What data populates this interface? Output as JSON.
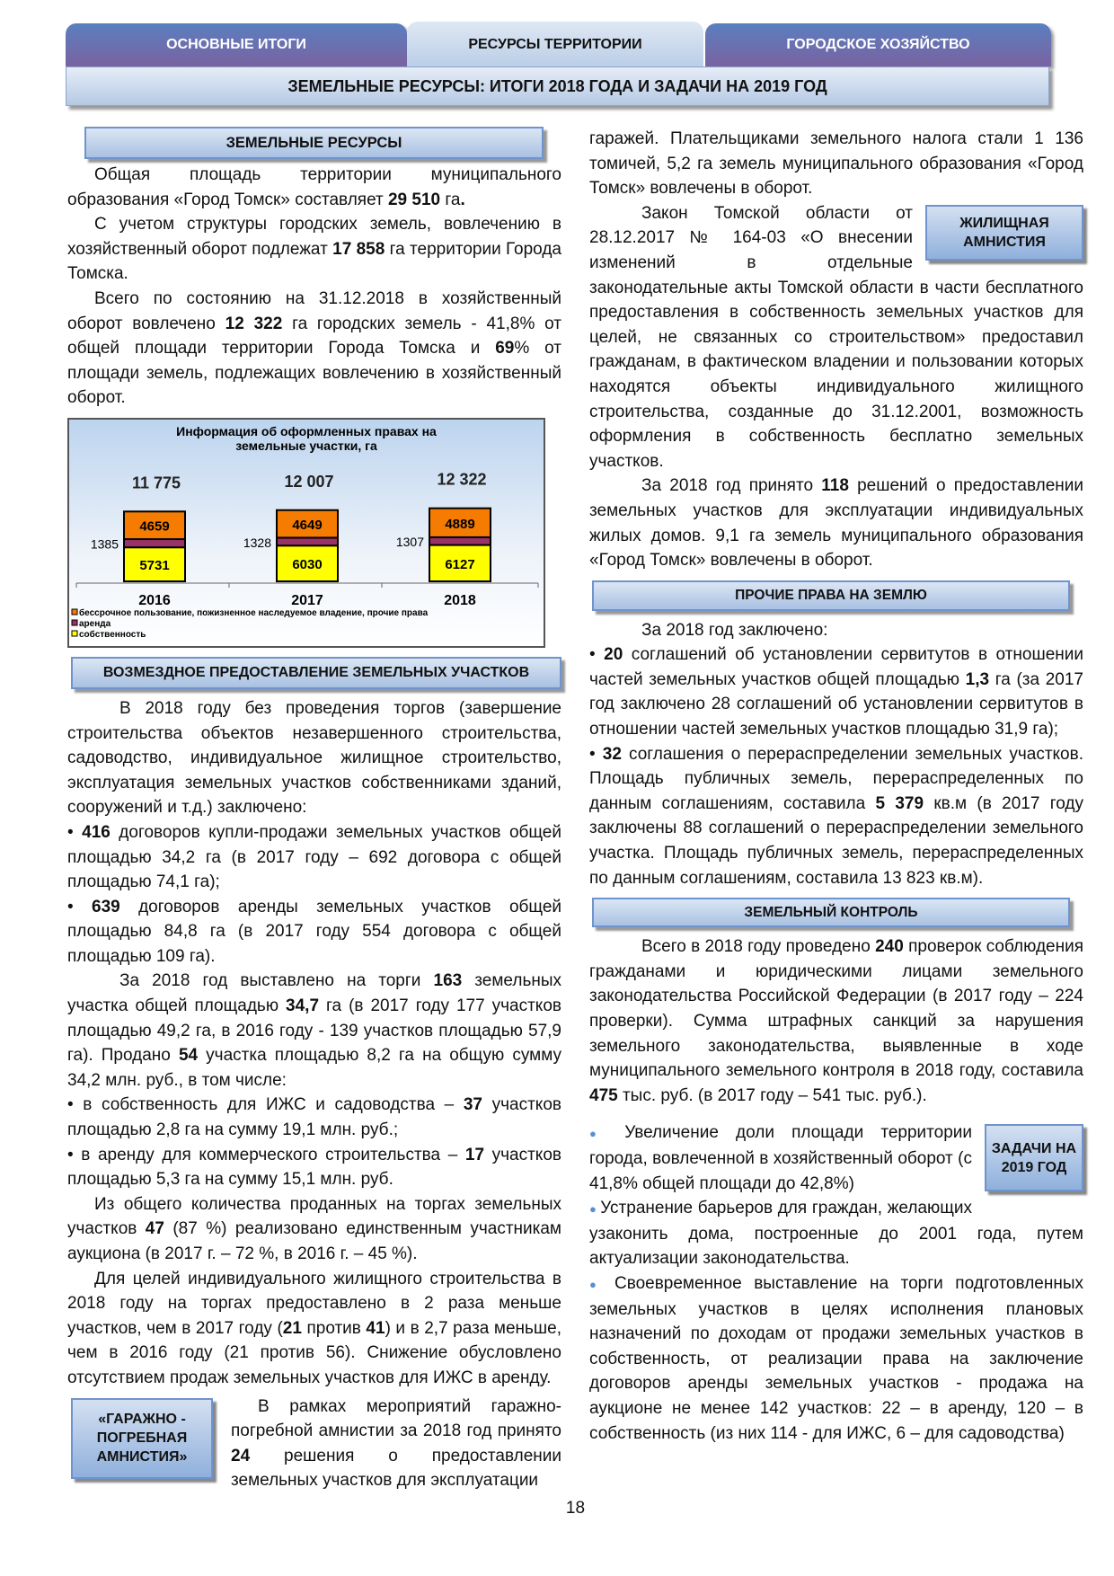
{
  "tabs": [
    {
      "label": "ОСНОВНЫЕ ИТОГИ"
    },
    {
      "label": "РЕСУРСЫ ТЕРРИТОРИИ"
    },
    {
      "label": "ГОРОДСКОЕ ХОЗЯЙСТВО"
    }
  ],
  "page_title": "ЗЕМЕЛЬНЫЕ РЕСУРСЫ: ИТОГИ 2018 ГОДА И ЗАДАЧИ НА 2019 ГОД",
  "headers": {
    "land": "ЗЕМЕЛЬНЫЕ РЕСУРСЫ",
    "paid": "ВОЗМЕЗДНОЕ ПРЕДОСТАВЛЕНИЕ ЗЕМЕЛЬНЫХ УЧАСТКОВ",
    "other": "ПРОЧИЕ ПРАВА НА ЗЕМЛЮ",
    "control": "ЗЕМЕЛЬНЫЙ КОНТРОЛЬ"
  },
  "boxes": {
    "housing": "ЖИЛИЩНАЯ АМНИСТИЯ",
    "garage": "«ГАРАЖНО - ПОГРЕБНАЯ АМНИСТИЯ»",
    "tasks": "ЗАДАЧИ НА 2019 ГОД"
  },
  "blocks": {
    "left1": [
      {
        "cls": "",
        "runs": [
          [
            "Общая площадь территории муниципального образования «Город Томск» составляет "
          ],
          [
            "29 510",
            1
          ],
          [
            " га"
          ],
          [
            ".",
            1
          ]
        ]
      },
      {
        "cls": "",
        "runs": [
          [
            "С учетом структуры городских земель, вовлечению в хозяйственный оборот подлежат "
          ],
          [
            "17 858",
            1
          ],
          [
            " га территории Города Томска."
          ]
        ]
      },
      {
        "cls": "",
        "runs": [
          [
            "Всего по состоянию на 31.12.2018 в хозяйственный оборот вовлечено "
          ],
          [
            "12 322",
            1
          ],
          [
            " га городских земель - 41,8% от общей площади территории Города Томска и "
          ],
          [
            "69",
            1
          ],
          [
            "% от площади земель, подлежащих вовлечению в хозяйственный оборот."
          ]
        ]
      }
    ],
    "left2": [
      {
        "cls": "ind2",
        "runs": [
          [
            "В 2018 году без проведения торгов (завершение строительства объектов незавершенного строительства, садоводство, индивидуальное жилищное строительство, эксплуатация земельных участков собственниками зданий, сооружений и т.д.) заключено:"
          ]
        ]
      },
      {
        "cls": "bul",
        "runs": [
          [
            "• "
          ],
          [
            "416",
            1
          ],
          [
            " договоров купли-продажи земельных участков общей площадью 34,2 га (в 2017 году – 692 договора с общей площадью 74,1 га);"
          ]
        ]
      },
      {
        "cls": "bul",
        "runs": [
          [
            "• "
          ],
          [
            "639",
            1
          ],
          [
            " договоров аренды земельных участков общей площадью 84,8 га (в 2017 году 554 договора с общей площадью 109 га)."
          ]
        ]
      },
      {
        "cls": "ind2",
        "runs": [
          [
            "За 2018 год выставлено на торги "
          ],
          [
            "163",
            1
          ],
          [
            " земельных участка общей площадью "
          ],
          [
            "34,7",
            1
          ],
          [
            " га (в 2017 году 177 участков площадью 49,2 га, в 2016 году - 139 участков площадью 57,9 га). Продано "
          ],
          [
            "54",
            1
          ],
          [
            " участка площадью 8,2 га на общую сумму 34,2 млн. руб., в том числе:"
          ]
        ]
      },
      {
        "cls": "bul",
        "runs": [
          [
            "•   в собственность для ИЖС и садоводства – "
          ],
          [
            "37",
            1
          ],
          [
            " участков площадью 2,8 га на сумму 19,1 млн. руб.;"
          ]
        ]
      },
      {
        "cls": "bul",
        "runs": [
          [
            "•   в аренду для коммерческого строительства – "
          ],
          [
            "17",
            1
          ],
          [
            " участков площадью 5,3 га на сумму 15,1 млн. руб."
          ]
        ]
      },
      {
        "cls": "",
        "runs": [
          [
            "Из общего количества проданных на торгах земельных участков "
          ],
          [
            "47",
            1
          ],
          [
            " (87 %) реализовано единственным участникам аукциона (в 2017 г. – 72 %, в 2016 г. – 45 %)."
          ]
        ]
      },
      {
        "cls": "",
        "runs": [
          [
            "Для целей индивидуального жилищного строительства в 2018 году на торгах предоставлено в 2 раза меньше участков, чем в 2017 году ("
          ],
          [
            "21",
            1
          ],
          [
            " против "
          ],
          [
            "41",
            1
          ],
          [
            ") и в 2,7 раза меньше, чем в 2016 году (21 против 56). Снижение обусловлено отсутствием продаж земельных участков для ИЖС в аренду."
          ]
        ]
      }
    ],
    "garage": [
      {
        "cls": "",
        "runs": [
          [
            "В рамках мероприятий гаражно-погребной амнистии за 2018 год принято "
          ],
          [
            "24",
            1
          ],
          [
            " решения о предоставлении земельных участков для эксплуатации"
          ]
        ]
      }
    ],
    "right1": [
      {
        "cls": "ni",
        "runs": [
          [
            "гаражей. Плательщиками земельного налога стали 1 136 томичей, 5,2 га земель муниципального образования «Город Томск» вовлечены в оборот."
          ]
        ]
      },
      {
        "cls": "ind2",
        "runs": [
          [
            "Закон Томской области от 28.12.2017 № 164-03 «О внесении изменений в отдельные законодательные акты Томской области в части бесплатного предоставления в собственность земельных участков для целей, не связанных со строительством» предоставил гражданам, в фактическом владении и пользовании которых находятся объекты индивидуального жилищного строительства, созданные до 31.12.2001, возможность оформления в собственность бесплатно земельных участков."
          ]
        ]
      },
      {
        "cls": "ind2",
        "runs": [
          [
            "За 2018 год принято "
          ],
          [
            "118",
            1
          ],
          [
            " решений о предоставлении земельных участков для эксплуатации индивидуальных жилых домов. 9,1 га земель муниципального образования «Город Томск» вовлечены в оборот."
          ]
        ]
      }
    ],
    "right2": [
      {
        "cls": "ind2",
        "runs": [
          [
            "За 2018 год заключено:"
          ]
        ]
      },
      {
        "cls": "bul",
        "runs": [
          [
            "• "
          ],
          [
            "20",
            1
          ],
          [
            " соглашений об установлении сервитутов в отношении частей земельных участков общей площадью "
          ],
          [
            "1,3",
            1
          ],
          [
            " га (за 2017 год заключено 28 соглашений об установлении сервитутов в отношении частей земельных участков площадью 31,9 га);"
          ]
        ]
      },
      {
        "cls": "bul",
        "runs": [
          [
            "• "
          ],
          [
            "32",
            1
          ],
          [
            " соглашения о перераспределении земельных участков. Площадь публичных земель, перераспределенных по данным соглашениям, составила "
          ],
          [
            "5 379",
            1
          ],
          [
            " кв.м (в 2017 году заключены 88 соглашений о перераспределении земельного участка. Площадь публичных земель, перераспределенных по данным соглашениям, составила 13 823 кв.м)."
          ]
        ]
      }
    ],
    "right3": [
      {
        "cls": "ind2",
        "runs": [
          [
            "Всего в 2018 году проведено "
          ],
          [
            "240",
            1
          ],
          [
            " проверок соблюдения гражданами и юридическими лицами земельного законодательства Российской Федерации (в 2017 году – 224 проверки). Сумма штрафных санкций за нарушения земельного законодательства, выявленные в ходе муниципального земельного контроля в 2018 году, составила "
          ],
          [
            "475",
            1
          ],
          [
            " тыс. руб. (в 2017 году – 541 тыс. руб.)."
          ]
        ]
      }
    ],
    "tasks": [
      {
        "cls": "bul",
        "dot": 1,
        "runs": [
          [
            "Увеличение доли площади территории города, вовлеченной в хозяйственный оборот (с 41,8% общей площади до 42,8%)"
          ]
        ]
      },
      {
        "cls": "bul",
        "dot": 1,
        "runs": [
          [
            "Устранение барьеров для граждан, желающих узаконить дома, построенные до 2001 года, путем актуализации законодательства."
          ]
        ]
      },
      {
        "cls": "bul",
        "dot": 1,
        "runs": [
          [
            "Своевременное выставление на торги подготовленных земельных участков в целях исполнения плановых назначений по доходам от продажи земельных участков в собственность, от реализации права на заключение договоров аренды земельных участков - продажа на аукционе не менее 142 участков: 22 – в аренду, 120 – в собственность (из них 114 - для ИЖС, 6 – для садоводства)"
          ]
        ]
      }
    ]
  },
  "page_number": "18",
  "chart_data": {
    "type": "bar",
    "stacked": true,
    "title": "Информация об оформленных правах на земельные участки, га",
    "categories": [
      "2016",
      "2017",
      "2018"
    ],
    "totals": [
      "11 775",
      "12 007",
      "12 322"
    ],
    "series": [
      {
        "name": "собственность",
        "values": [
          5731,
          6030,
          6127
        ],
        "color": "#ffff00"
      },
      {
        "name": "аренда",
        "values": [
          1385,
          1328,
          1307
        ],
        "color": "#993366"
      },
      {
        "name": "бессрочное пользование, пожизненное наследуемое владение, прочие права",
        "values": [
          4659,
          4649,
          4889
        ],
        "color": "#f57c00"
      }
    ],
    "legend": "bottom-left"
  }
}
